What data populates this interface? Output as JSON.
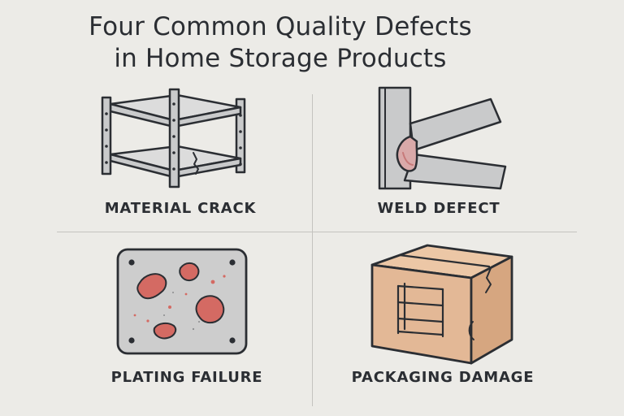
{
  "title": {
    "line1": "Four Common Quality Defects",
    "line2": "in Home Storage Products"
  },
  "panels": [
    {
      "label": "MATERIAL CRACK",
      "icon": "shelving-crack-icon"
    },
    {
      "label": "WELD DEFECT",
      "icon": "weld-joint-icon"
    },
    {
      "label": "PLATING FAILURE",
      "icon": "rusted-plate-icon"
    },
    {
      "label": "PACKAGING DAMAGE",
      "icon": "damaged-box-icon"
    }
  ],
  "colors": {
    "background": "#ecebe7",
    "outline": "#2b2e33",
    "metal": "#c9cacb",
    "metal_light": "#dcdcdc",
    "rust": "#d46a63",
    "cardboard": "#e3b896",
    "cardboard_dark": "#d6a680"
  }
}
